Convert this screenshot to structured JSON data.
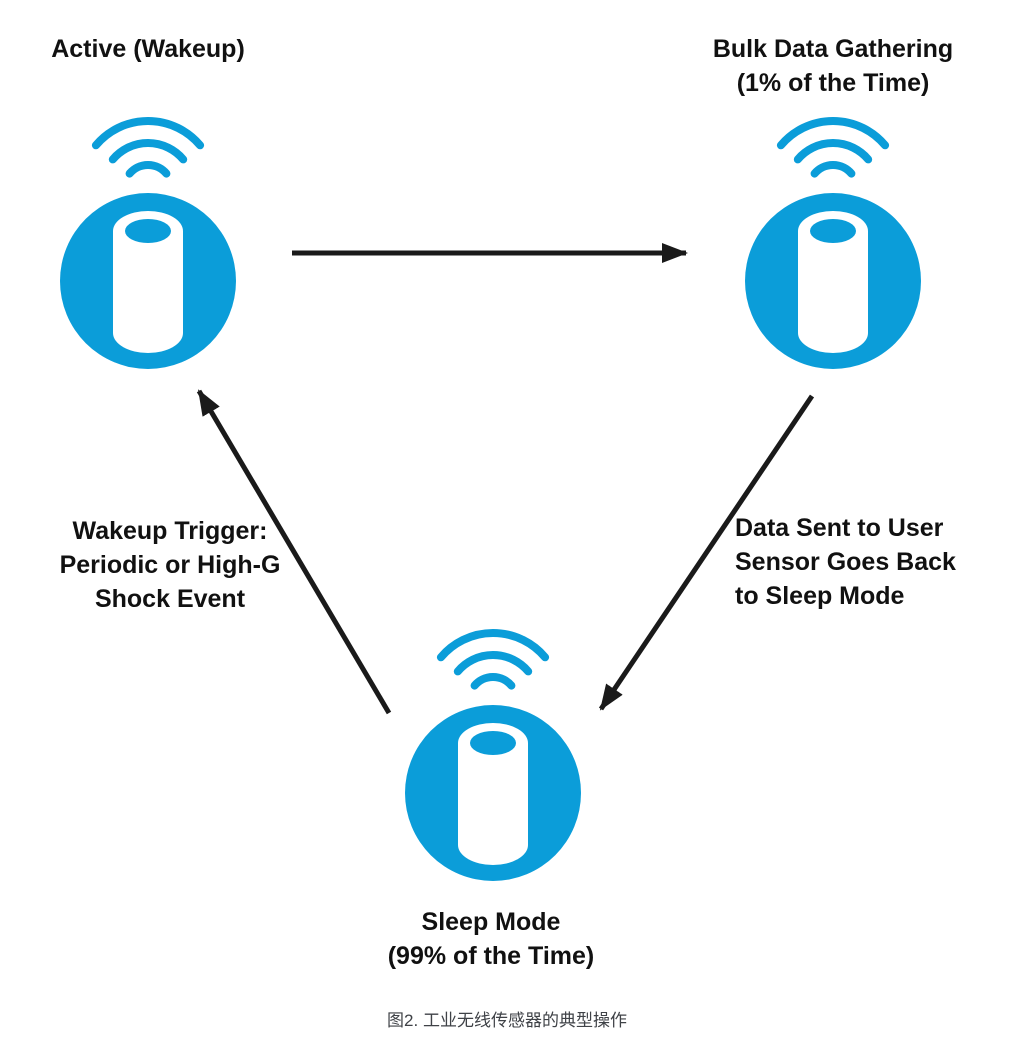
{
  "colors": {
    "accent": "#0b9dd9",
    "arrow": "#1a1a1a",
    "text": "#111111",
    "caption": "#3f4247",
    "background": "#ffffff"
  },
  "diagram": {
    "nodes": {
      "active": {
        "label": "Active (Wakeup)"
      },
      "bulk": {
        "label_line1": "Bulk Data Gathering",
        "label_line2": "(1% of the Time)"
      },
      "sleep": {
        "label_line1": "Sleep Mode",
        "label_line2": "(99% of the Time)"
      }
    },
    "edges": {
      "sleep_to_active": {
        "label_line1": "Wakeup Trigger:",
        "label_line2": "Periodic or High-G",
        "label_line3": "Shock Event"
      },
      "bulk_to_sleep": {
        "label_line1": "Data Sent to User",
        "label_line2": "Sensor Goes Back",
        "label_line3": "to Sleep Mode"
      }
    },
    "icons": {
      "node_icon": "wireless-sensor-icon",
      "waves_icon": "wifi-waves-icon"
    }
  },
  "caption": "图2. 工业无线传感器的典型操作"
}
